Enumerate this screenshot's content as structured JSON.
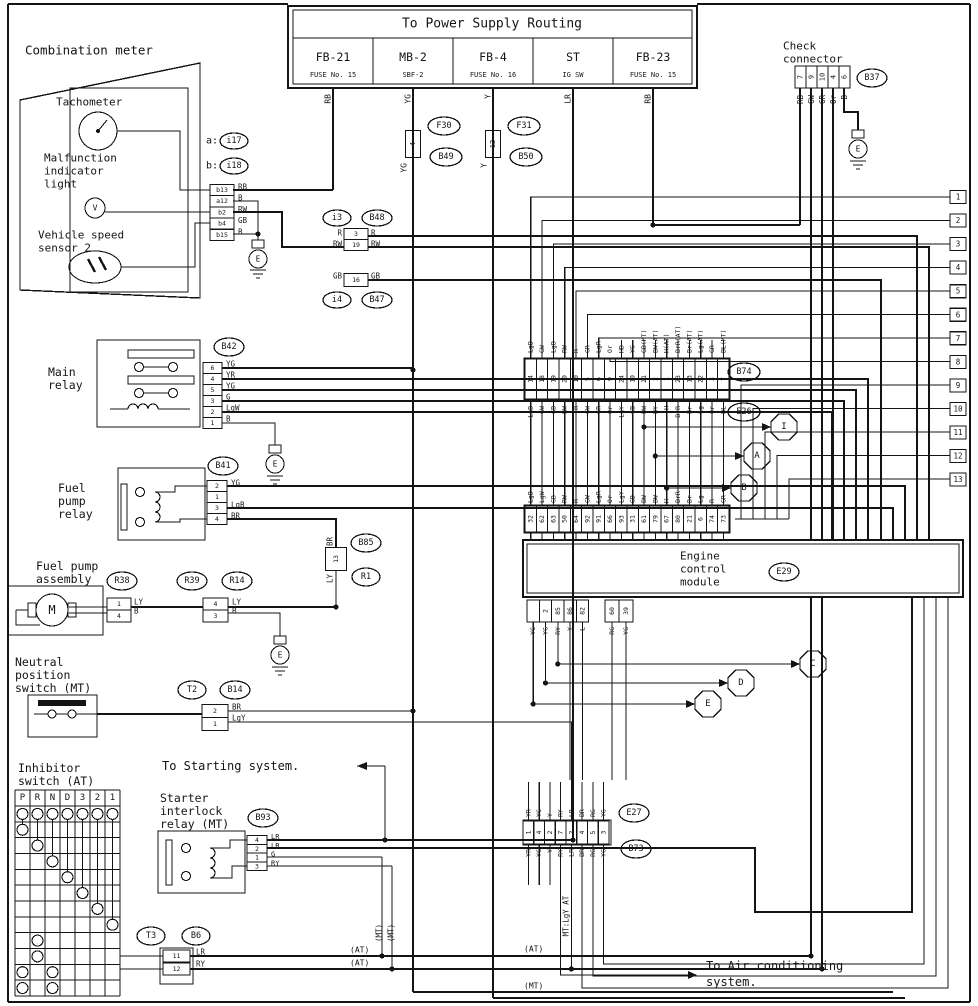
{
  "colors": {
    "ink": "#141414",
    "bg": "#ffffff"
  },
  "power_table": {
    "title": "To Power Supply Routing",
    "names": [
      "FB-21",
      "MB-2",
      "FB-4",
      "ST",
      "FB-23"
    ],
    "subs": [
      "FUSE No. 15",
      "SBF-2",
      "FUSE No. 16",
      "IG SW",
      "FUSE No. 15"
    ]
  },
  "bus_labels": [
    "RB",
    "YG",
    "Y",
    "LR",
    "RB"
  ],
  "inline_fuses": {
    "f30": "F30",
    "b49": "B49",
    "f30_pin": [
      "4"
    ],
    "f30_wire": "YG",
    "f31": "F31",
    "b50": "B50",
    "f31_pin": [
      "12"
    ],
    "f31_wire": "Y"
  },
  "check_connector": {
    "label1": "Check",
    "label2": "connector",
    "ref": "B37",
    "pins": [
      "7",
      "9",
      "10",
      "4",
      "6"
    ],
    "wires": [
      "RB",
      "GW",
      "GR",
      "Or",
      "B"
    ]
  },
  "combination_meter": {
    "label": "Combination meter",
    "tachometer": "Tachometer",
    "mil1": "Malfunction",
    "mil2": "indicator",
    "mil3": "light",
    "mil_symbol": "V",
    "vss1": "Vehicle speed",
    "vss2": "sensor 2",
    "conn_a": "a:",
    "conn_a_ref": "i17",
    "conn_b": "b:",
    "conn_b_ref": "i18",
    "pins": [
      "b13",
      "a12",
      "b2",
      "b4",
      "b15"
    ],
    "wires": [
      "RB",
      "B",
      "RW",
      "GB",
      "B"
    ]
  },
  "j319": {
    "ref1": "i3",
    "ref2": "B48",
    "pins": [
      "3",
      "19"
    ],
    "left": [
      "R",
      "RW"
    ],
    "right": [
      "R",
      "RW"
    ]
  },
  "j16": {
    "ref1": "i4",
    "ref2": "B47",
    "pins": [
      "16"
    ],
    "left": "GB",
    "right": "GB"
  },
  "main_relay": {
    "l1": "Main",
    "l2": "relay",
    "ref": "B42",
    "pins": [
      "6",
      "4",
      "5",
      "3",
      "2",
      "1"
    ],
    "wires": [
      "YG",
      "YR",
      "YG",
      "G",
      "LgW",
      "B"
    ]
  },
  "fuel_pump_relay": {
    "l1": "Fuel",
    "l2": "pump",
    "l3": "relay",
    "ref": "B41",
    "pins": [
      "2",
      "1",
      "3",
      "4"
    ],
    "wires": [
      "YG",
      "",
      "LgB",
      "BR"
    ]
  },
  "j13": {
    "ref1": "B85",
    "ref2": "R1",
    "pin": [
      "13"
    ],
    "top": "BR",
    "bottom": "LY"
  },
  "fuel_pump": {
    "l1": "Fuel pump",
    "l2": "assembly",
    "motor": "M",
    "ref1": "R38",
    "ref2": "R39",
    "ref3": "R14",
    "conn1_pins": [
      "1",
      "4"
    ],
    "conn1_wires": [
      "LY",
      "B"
    ],
    "conn2_pins": [
      "4",
      "3"
    ],
    "conn2_wires": [
      "LY",
      "B"
    ]
  },
  "neutral_switch": {
    "l1": "Neutral",
    "l2": "position",
    "l3": "switch (MT)",
    "ref1": "T2",
    "ref2": "B14",
    "pins": [
      "2",
      "1"
    ],
    "wires": [
      "BR",
      "LgY"
    ]
  },
  "inhibitor": {
    "l1": "Inhibitor",
    "l2": "switch (AT)",
    "headers": [
      "P",
      "R",
      "N",
      "D",
      "3",
      "2",
      "1"
    ],
    "top_row": [
      0,
      1,
      2,
      3,
      4,
      5,
      6
    ],
    "diagonal": [
      [
        0,
        1
      ],
      [
        1,
        2
      ],
      [
        2,
        3
      ],
      [
        3,
        4
      ],
      [
        4,
        5
      ],
      [
        5,
        6
      ],
      [
        6,
        7
      ]
    ],
    "extra": [
      [
        1,
        8
      ],
      [
        1,
        9
      ],
      [
        0,
        10
      ],
      [
        0,
        11
      ],
      [
        2,
        10
      ],
      [
        2,
        11
      ]
    ]
  },
  "starter_relay": {
    "note": "To Starting system.",
    "l1": "Starter",
    "l2": "interlock",
    "l3": "relay (MT)",
    "ref": "B93",
    "pins": [
      "4",
      "2",
      "1",
      "3"
    ],
    "wires": [
      "LR",
      "LB",
      "G",
      "RY"
    ]
  },
  "t3_connector": {
    "ref1": "T3",
    "ref2": "B6",
    "pins": [
      "11",
      "12"
    ],
    "wires": [
      "LR",
      "RY"
    ]
  },
  "ecm": {
    "l1": "Engine",
    "l2": "control",
    "l3": "module",
    "ref": "E29"
  },
  "b74": {
    "ref1": "B74",
    "ref2": "E26",
    "top": [
      "LgB",
      "GW",
      "LgB",
      "RW",
      "R",
      "GR",
      "LgR",
      "Or",
      "HB",
      "YG",
      "GB(MT)",
      "BW(AT)",
      "H(AT)",
      "BrR(AT)",
      "Br(AT)",
      "Lg(AT)",
      "GR",
      "BL(MT)"
    ],
    "pins": [
      "14",
      "18",
      "19",
      "20",
      "10",
      "5",
      "6",
      "9",
      "24",
      "10",
      "21",
      "2",
      "1",
      "23",
      "13",
      "22",
      "3",
      "7"
    ],
    "bottom": [
      "LgB",
      "GW",
      "GB",
      "RW",
      "R",
      "GW",
      "GR",
      "Or",
      "LgY",
      "GB",
      "BW",
      "BY",
      "H",
      "BrR",
      "Br",
      "Lg",
      "Or",
      "BL"
    ]
  },
  "row2": {
    "top": [
      "LgB",
      "LgW",
      "GB",
      "RW",
      "R",
      "GW",
      "LgR",
      "Or",
      "LgY",
      "GB",
      "BW",
      "BW",
      "H",
      "BrR",
      "Br",
      "Lg",
      "R",
      "GR"
    ],
    "pins": [
      "32",
      "62",
      "63",
      "50",
      "64",
      "92",
      "91",
      "66",
      "93",
      "31",
      "61",
      "79",
      "67",
      "80",
      "21",
      "6",
      "74",
      "73"
    ]
  },
  "row3": {
    "pins": [
      "",
      "2",
      "85",
      "86",
      "82"
    ],
    "pins2": [
      "60",
      "39"
    ],
    "labels": [
      "YG",
      "YG",
      "RY",
      "Y",
      "L"
    ],
    "labels2": [
      "RG",
      "YG"
    ]
  },
  "e27": {
    "ref1": "E27",
    "ref2": "B73",
    "top": [
      "YR",
      "YG",
      "Y",
      "RY",
      "LR",
      "BR",
      "RG",
      "YG"
    ],
    "pins": [
      "1",
      "4",
      "2",
      "7",
      "2",
      "4",
      "5",
      "3"
    ],
    "bottom": [
      "YR",
      "YG",
      "Y",
      "RY",
      "LR",
      "BR",
      "RG",
      "YG"
    ]
  },
  "terminals": [
    "1",
    "2",
    "3",
    "4",
    "5",
    "6",
    "7",
    "8",
    "9",
    "10",
    "11",
    "12",
    "13"
  ],
  "hex_connectors": {
    "i": "I",
    "a": "A",
    "b": "B",
    "c": "C",
    "d": "D",
    "e": "E"
  },
  "grounds": [
    "E",
    "E",
    "E",
    "E"
  ],
  "ac_note": {
    "l1": "To Air conditioning",
    "l2": "system."
  },
  "tags": {
    "at1": "(AT)",
    "at2": "(AT)",
    "at3": "(AT)",
    "mt1": "(MT)",
    "mt2": "(MT)",
    "mt3": "(MT)",
    "note": "MT:LgY AT"
  }
}
